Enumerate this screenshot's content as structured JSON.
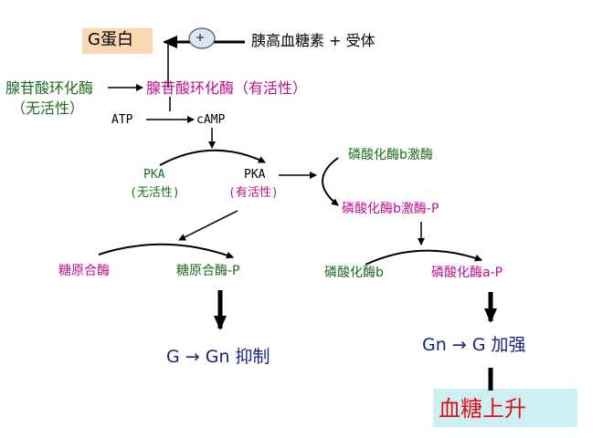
{
  "nodes": {
    "g_protein": "G蛋白",
    "plus_circle": "+",
    "glucagon_receptor": "胰高血糖素 + 受体",
    "ac_inactive_1": "腺苷酸环化酶",
    "ac_inactive_2": "（无活性）",
    "ac_active": "腺苷酸环化酶（有活性）",
    "atp": "ATP",
    "camp": "cAMP",
    "pka_inactive": "PKA",
    "pka_inactive_note": "(无活性)",
    "pka_active": "PKA",
    "pka_active_note": "(有活性)",
    "pbk": "磷酸化酶b激酶",
    "pbk_p": "磷酸化酶b激酶-P",
    "gs": "糖原合酶",
    "gs_p": "糖原合酶-P",
    "phos_b": "磷酸化酶b",
    "phos_a_p": "磷酸化酶a-P",
    "result_left": "G → Gn 抑制",
    "result_right": "Gn → G 加强",
    "blood_sugar": "血糖上升"
  },
  "colors": {
    "green": "#1e6b1e",
    "magenta": "#c0108a",
    "navy": "#1a237e",
    "g_protein_box": "#fbd8b4",
    "blood_sugar_box": "#cdeff2",
    "blood_sugar_text": "#e0101a"
  }
}
